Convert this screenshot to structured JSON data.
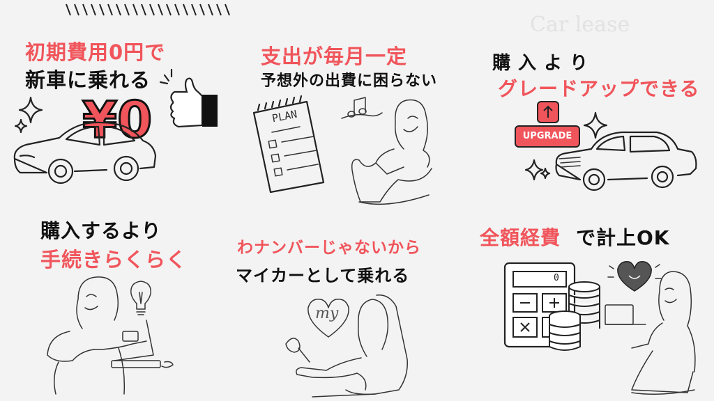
{
  "watermark": "Car lease",
  "panels": {
    "p1": {
      "line1": "初期費用0円で",
      "line2": "新車に乗れる",
      "yen": "¥0"
    },
    "p2": {
      "line1": "支出が毎月一定",
      "line2": "予想外の出費に困らない",
      "plan": "PLAN"
    },
    "p3": {
      "line1": "購 入 よ り",
      "line2": "グレードアップできる",
      "badge": "UPGRADE"
    },
    "p4": {
      "line1": "購入するより",
      "line2": "手続きらくらく"
    },
    "p5": {
      "line1": "わナンバーじゃないから",
      "line2": "マイカーとして乗れる",
      "heart": "my"
    },
    "p6": {
      "line1_red": "全額経費",
      "line1_black": "で計上OK",
      "calc_display": "0"
    }
  },
  "colors": {
    "accent": "#f0555b",
    "text": "#111111",
    "background": "#f3f3f3"
  },
  "icons": [
    "sparkle-icon",
    "thumbs-up-icon",
    "music-note-icon",
    "up-arrow-icon",
    "lightbulb-icon",
    "heart-icon",
    "calculator-icon",
    "coin-stack-icon"
  ]
}
